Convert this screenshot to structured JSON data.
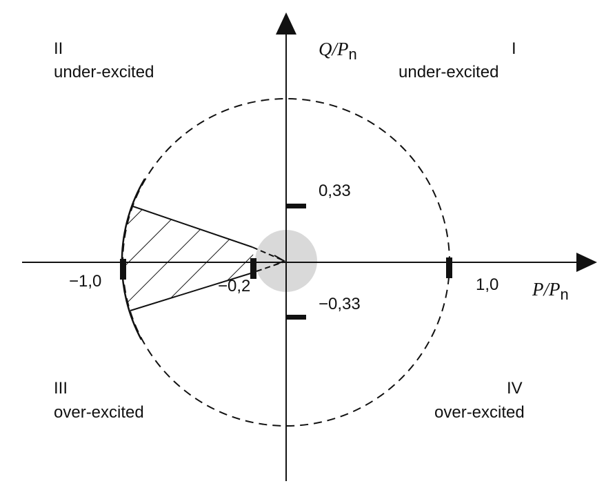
{
  "quadrants": {
    "q1": {
      "numeral": "I",
      "label": "under-excited"
    },
    "q2": {
      "numeral": "II",
      "label": "under-excited"
    },
    "q3": {
      "numeral": "III",
      "label": "over-excited"
    },
    "q4": {
      "numeral": "IV",
      "label": "over-excited"
    }
  },
  "axes": {
    "y_label_main": "Q/P",
    "y_label_sub": "n",
    "x_label_main": "P/P",
    "x_label_sub": "n"
  },
  "ticks": {
    "x_neg1": "−1,0",
    "x_neg02": "−0,2",
    "x_pos1": "1,0",
    "y_pos033": "0,33",
    "y_neg033": "−0,33"
  },
  "colors": {
    "line": "#111111",
    "shade": "#d9d9d9"
  }
}
